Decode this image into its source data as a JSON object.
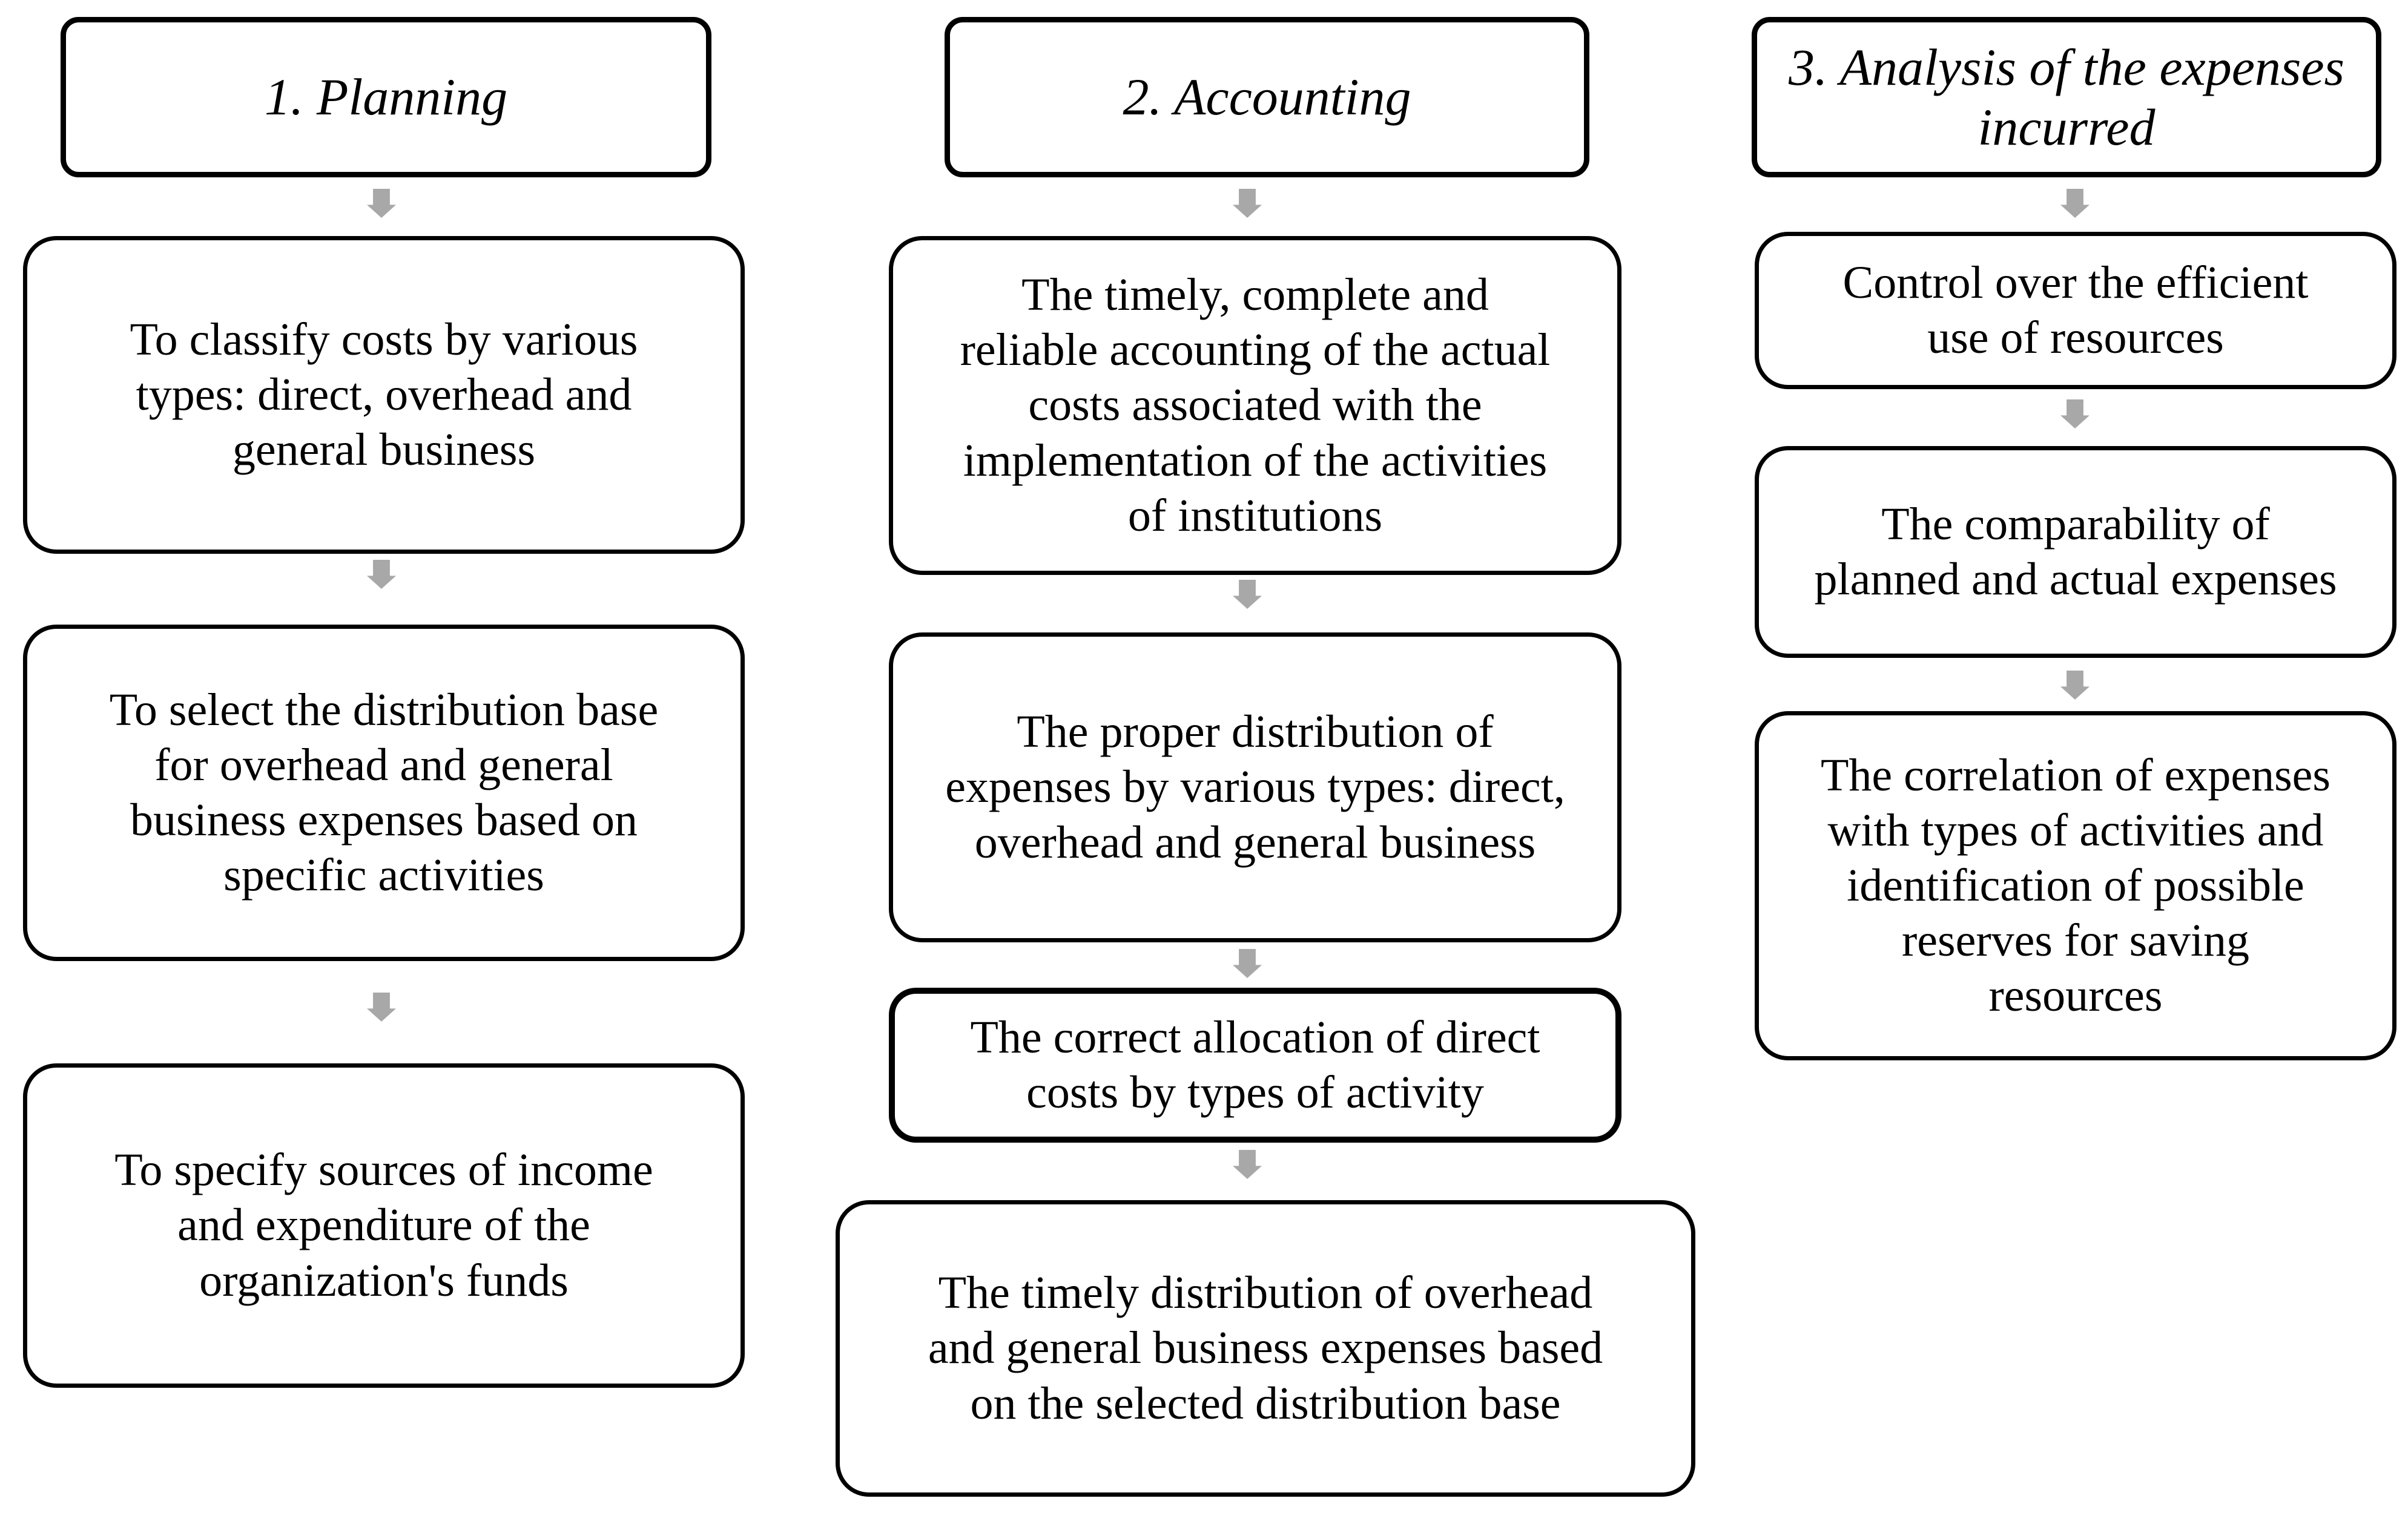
{
  "diagram": {
    "type": "flowchart",
    "colors": {
      "background": "#ffffff",
      "box_border": "#000000",
      "text": "#000000",
      "arrow": "#a8a8a8"
    },
    "arrow_icon": "down-block-arrow",
    "columns": [
      {
        "id": "planning",
        "header": {
          "label": "1. Planning"
        },
        "boxes": [
          {
            "text": "To classify costs by various\ntypes: direct, overhead and\ngeneral business"
          },
          {
            "text": "To select the distribution base\nfor overhead and general\nbusiness expenses based on\nspecific activities"
          },
          {
            "text": "To specify sources of income\nand expenditure of the\norganization's funds"
          }
        ]
      },
      {
        "id": "accounting",
        "header": {
          "label": "2. Accounting"
        },
        "boxes": [
          {
            "text": "The timely, complete and\nreliable accounting of the actual\ncosts associated with the\nimplementation of the activities\nof institutions"
          },
          {
            "text": "The proper distribution of\nexpenses by various types: direct,\noverhead and general business"
          },
          {
            "text": "The correct allocation of direct\ncosts by types of activity"
          },
          {
            "text": "The timely distribution of overhead\nand general business expenses based\non the selected distribution base"
          }
        ]
      },
      {
        "id": "analysis",
        "header": {
          "label": "3. Analysis of the expenses\nincurred"
        },
        "boxes": [
          {
            "text": "Control over the efficient\nuse of resources"
          },
          {
            "text": "The comparability of\nplanned and actual expenses"
          },
          {
            "text": "The correlation of expenses\nwith types of activities and\nidentification of possible\nreserves for saving\nresources"
          }
        ]
      }
    ]
  }
}
